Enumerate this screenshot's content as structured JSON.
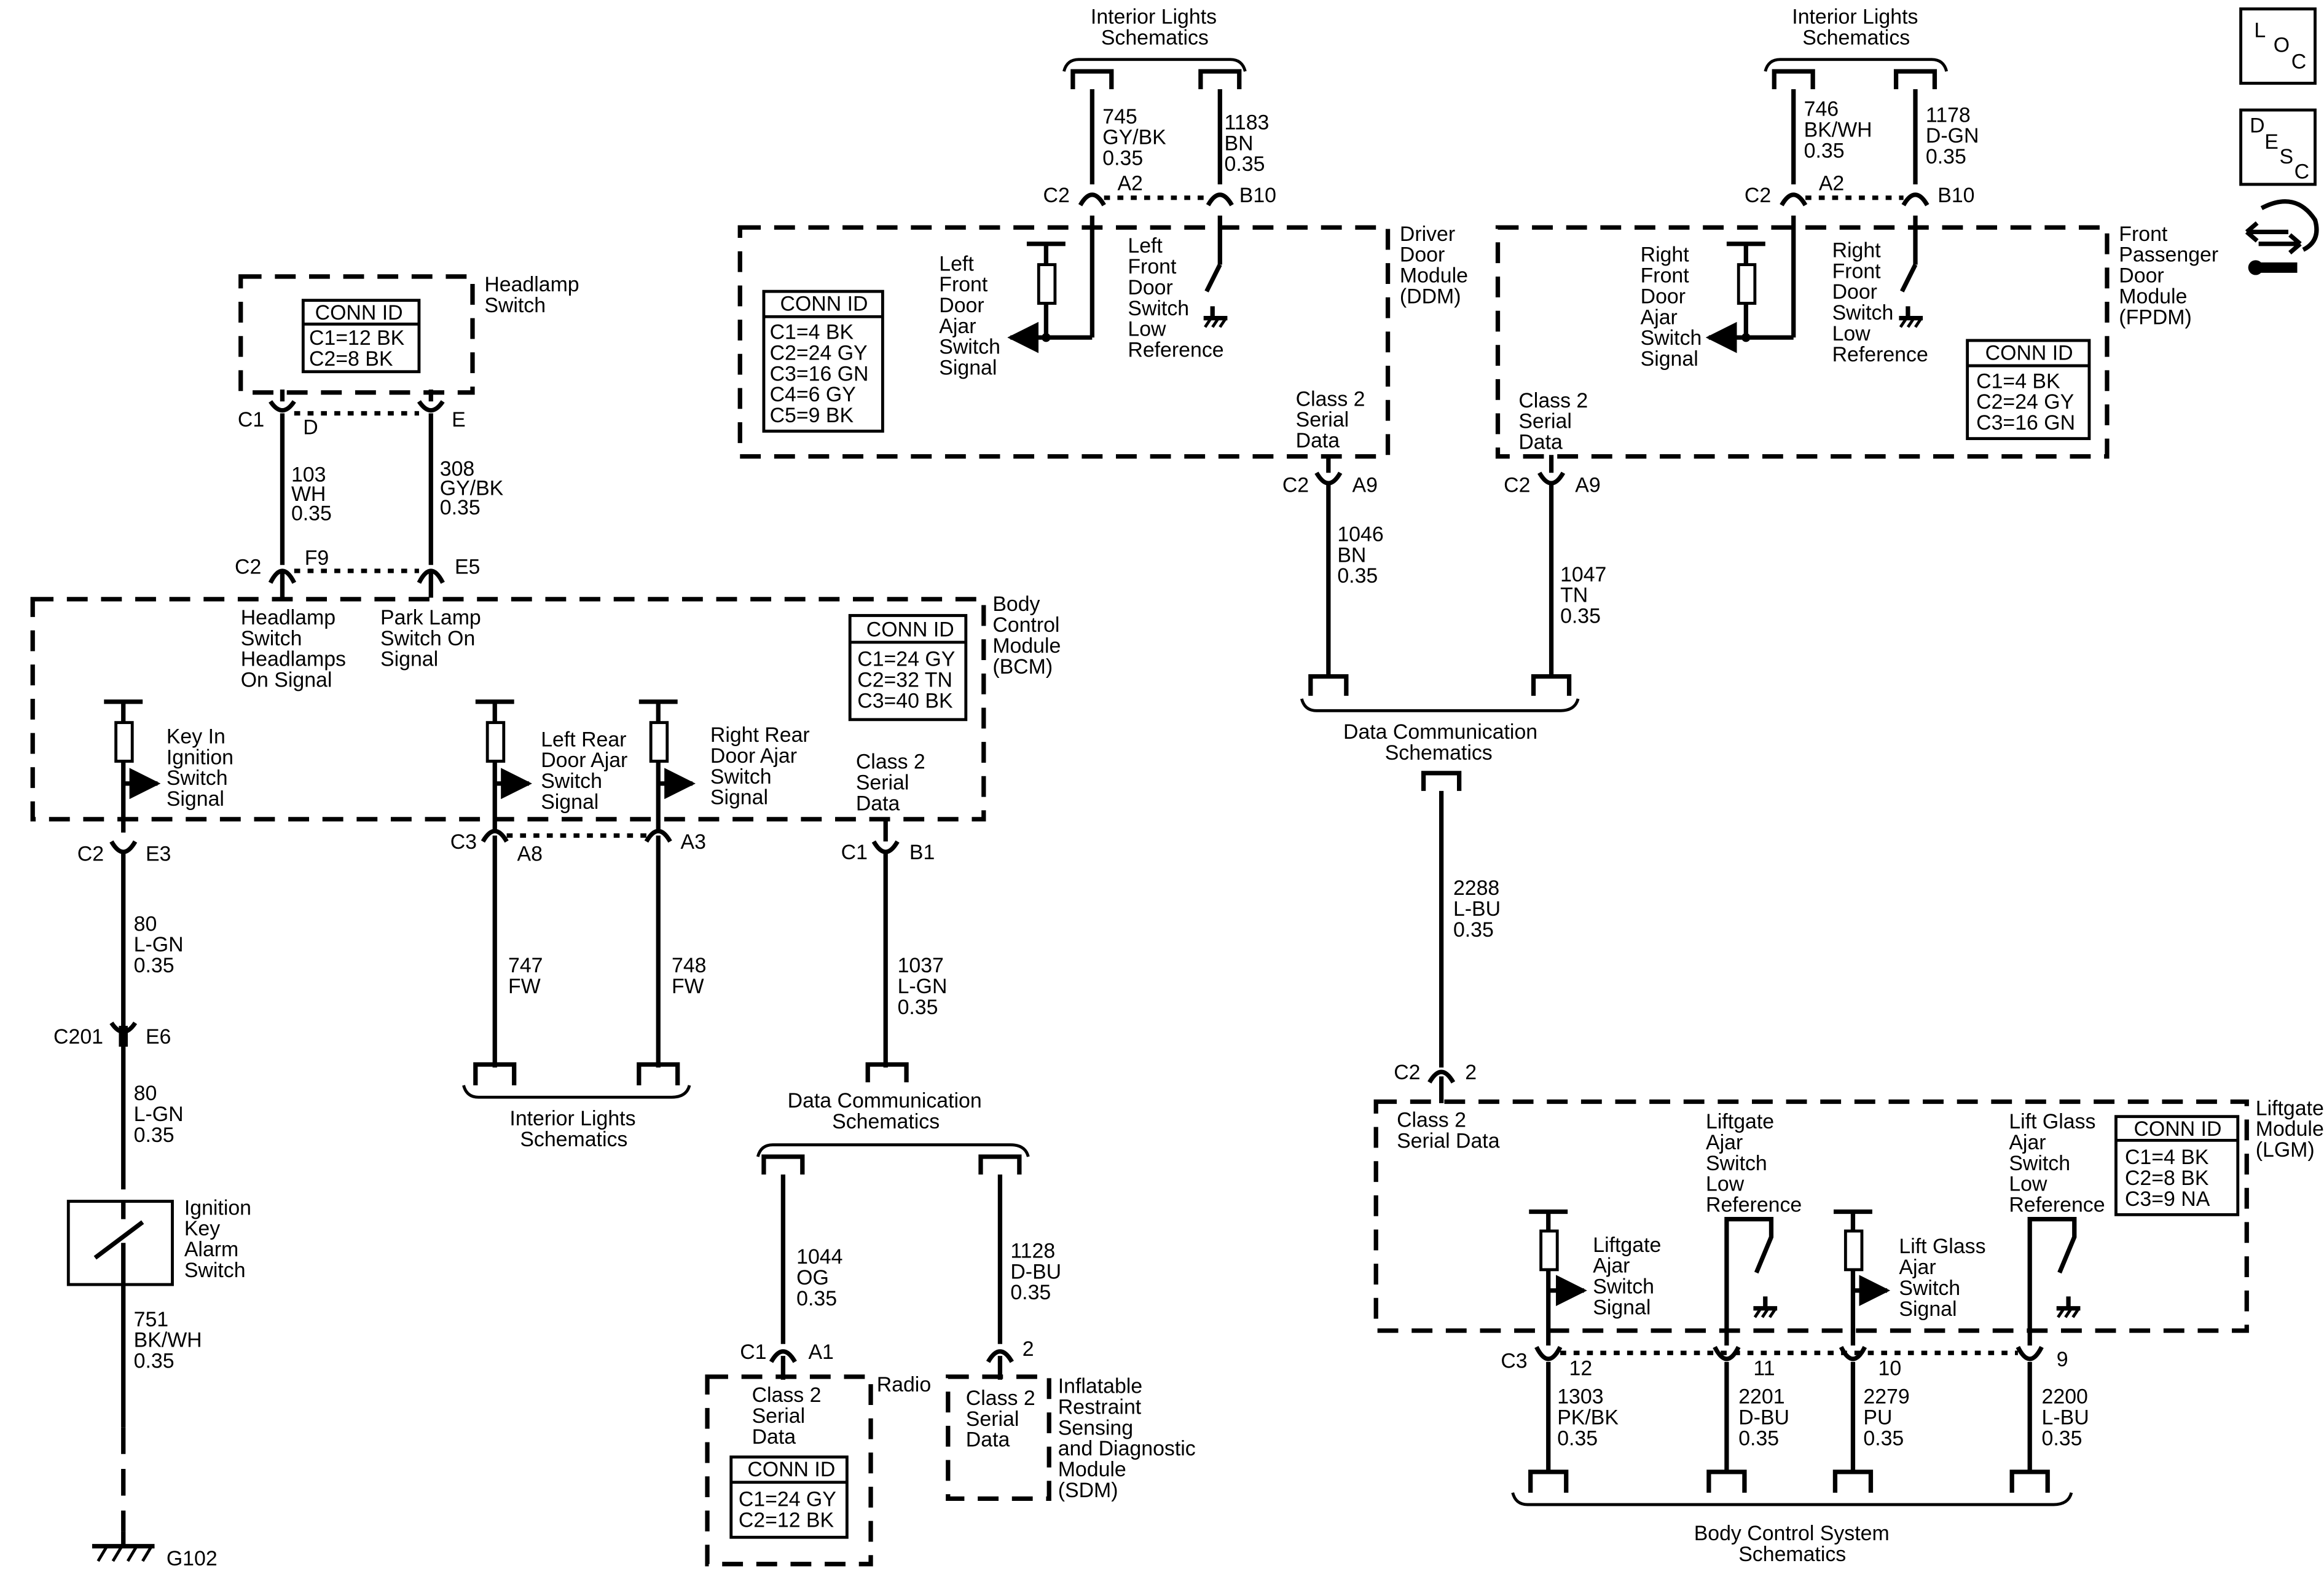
{
  "sidebar_icons": {
    "loc": {
      "letters": [
        "L",
        "O",
        "C"
      ]
    },
    "desc": {
      "letters": [
        "D",
        "E",
        "S",
        "C"
      ]
    },
    "tool_icon": "wrench-arrows-icon"
  },
  "headlamp_switch": {
    "name": [
      "Headlamp",
      "Switch"
    ],
    "conn_id": {
      "title": "CONN ID",
      "rows": [
        "C1=12 BK",
        "C2=8 BK"
      ]
    },
    "connector": "C1",
    "pins": [
      "D",
      "E"
    ]
  },
  "wires": {
    "w103": [
      "103",
      "WH",
      "0.35"
    ],
    "w308": [
      "308",
      "GY/BK",
      "0.35"
    ],
    "w80a": [
      "80",
      "L-GN",
      "0.35"
    ],
    "w80b": [
      "80",
      "L-GN",
      "0.35"
    ],
    "w751": [
      "751",
      "BK/WH",
      "0.35"
    ],
    "w747": [
      "747",
      "FW"
    ],
    "w748": [
      "748",
      "FW"
    ],
    "w1037": [
      "1037",
      "L-GN",
      "0.35"
    ],
    "w1044": [
      "1044",
      "OG",
      "0.35"
    ],
    "w1128": [
      "1128",
      "D-BU",
      "0.35"
    ],
    "w745": [
      "745",
      "GY/BK",
      "0.35"
    ],
    "w1183": [
      "1183",
      "BN",
      "0.35"
    ],
    "w746": [
      "746",
      "BK/WH",
      "0.35"
    ],
    "w1178": [
      "1178",
      "D-GN",
      "0.35"
    ],
    "w1046": [
      "1046",
      "BN",
      "0.35"
    ],
    "w1047": [
      "1047",
      "TN",
      "0.35"
    ],
    "w2288": [
      "2288",
      "L-BU",
      "0.35"
    ],
    "w1303": [
      "1303",
      "PK/BK",
      "0.35"
    ],
    "w2201": [
      "2201",
      "D-BU",
      "0.35"
    ],
    "w2279": [
      "2279",
      "PU",
      "0.35"
    ],
    "w2200": [
      "2200",
      "L-BU",
      "0.35"
    ]
  },
  "bcm": {
    "name": [
      "Body",
      "Control",
      "Module",
      "(BCM)"
    ],
    "conn_id": {
      "title": "CONN ID",
      "rows": [
        "C1=24 GY",
        "C2=32 TN",
        "C3=40 BK"
      ]
    },
    "top_connector": "C2",
    "top_pins": [
      "F9",
      "E5"
    ],
    "headlamp_signal": [
      "Headlamp",
      "Switch",
      "Headlamps",
      "On Signal"
    ],
    "park_lamp_signal": [
      "Park Lamp",
      "Switch On",
      "Signal"
    ],
    "key_in": [
      "Key In",
      "Ignition",
      "Switch",
      "Signal"
    ],
    "left_rear": [
      "Left Rear",
      "Door Ajar",
      "Switch",
      "Signal"
    ],
    "right_rear": [
      "Right Rear",
      "Door Ajar",
      "Switch",
      "Signal"
    ],
    "class2": [
      "Class 2",
      "Serial",
      "Data"
    ],
    "c2": "C2",
    "e3": "E3",
    "c3": "C3",
    "a8": "A8",
    "a3": "A3",
    "c1": "C1",
    "b1": "B1"
  },
  "inline_connector": {
    "name": "C201",
    "pin": "E6"
  },
  "ignition_switch": {
    "name": [
      "Ignition",
      "Key",
      "Alarm",
      "Switch"
    ]
  },
  "ground": {
    "name": "G102"
  },
  "interior_lights_bottom": {
    "name": [
      "Interior Lights",
      "Schematics"
    ]
  },
  "data_comm_bottom": {
    "name": [
      "Data Communication",
      "Schematics"
    ]
  },
  "radio": {
    "name": "Radio",
    "class2": [
      "Class 2",
      "Serial",
      "Data"
    ],
    "conn_id": {
      "title": "CONN ID",
      "rows": [
        "C1=24 GY",
        "C2=12 BK"
      ]
    },
    "connector": "C1",
    "pin": "A1"
  },
  "sdm": {
    "name": [
      "Inflatable",
      "Restraint",
      "Sensing",
      "and Diagnostic",
      "Module",
      "(SDM)"
    ],
    "class2": [
      "Class 2",
      "Serial",
      "Data"
    ],
    "pin": "2"
  },
  "interior_lights_top_left": {
    "name": [
      "Interior Lights",
      "Schematics"
    ]
  },
  "interior_lights_top_right": {
    "name": [
      "Interior Lights",
      "Schematics"
    ]
  },
  "ddm": {
    "name": [
      "Driver",
      "Door",
      "Module",
      "(DDM)"
    ],
    "conn_id": {
      "title": "CONN ID",
      "rows": [
        "C1=4 BK",
        "C2=24 GY",
        "C3=16 GN",
        "C4=6 GY",
        "C5=9 BK"
      ]
    },
    "left_front_ajar": [
      "Left",
      "Front",
      "Door",
      "Ajar",
      "Switch",
      "Signal"
    ],
    "left_front_low": [
      "Left",
      "Front",
      "Door",
      "Switch",
      "Low",
      "Reference"
    ],
    "class2": [
      "Class 2",
      "Serial",
      "Data"
    ],
    "top_connector": "C2",
    "top_pins": [
      "A2",
      "B10"
    ],
    "bottom_connector": "C2",
    "bottom_pin": "A9"
  },
  "fpdm": {
    "name": [
      "Front",
      "Passenger",
      "Door",
      "Module",
      "(FPDM)"
    ],
    "conn_id": {
      "title": "CONN ID",
      "rows": [
        "C1=4 BK",
        "C2=24 GY",
        "C3=16 GN"
      ]
    },
    "right_front_ajar": [
      "Right",
      "Front",
      "Door",
      "Ajar",
      "Switch",
      "Signal"
    ],
    "right_front_low": [
      "Right",
      "Front",
      "Door",
      "Switch",
      "Low",
      "Reference"
    ],
    "class2": [
      "Class 2",
      "Serial",
      "Data"
    ],
    "top_connector": "C2",
    "top_pins": [
      "A2",
      "B10"
    ],
    "bottom_connector": "C2",
    "bottom_pin": "A9"
  },
  "data_comm_middle": {
    "name": [
      "Data Communication",
      "Schematics"
    ]
  },
  "lgm": {
    "name": [
      "Liftgate",
      "Module",
      "(LGM)"
    ],
    "conn_id": {
      "title": "CONN ID",
      "rows": [
        "C1=4 BK",
        "C2=8 BK",
        "C3=9 NA"
      ]
    },
    "class2": [
      "Class 2",
      "Serial Data"
    ],
    "top_connector": "C2",
    "top_pin": "2",
    "liftgate_low": [
      "Liftgate",
      "Ajar",
      "Switch",
      "Low",
      "Reference"
    ],
    "liftglass_low": [
      "Lift Glass",
      "Ajar",
      "Switch",
      "Low",
      "Reference"
    ],
    "liftgate_signal": [
      "Liftgate",
      "Ajar",
      "Switch",
      "Signal"
    ],
    "liftglass_signal": [
      "Lift Glass",
      "Ajar",
      "Switch",
      "Signal"
    ],
    "bottom_connector": "C3",
    "bottom_pins": [
      "12",
      "11",
      "10",
      "9"
    ]
  },
  "body_control_schematics": {
    "name": [
      "Body Control System",
      "Schematics"
    ]
  }
}
